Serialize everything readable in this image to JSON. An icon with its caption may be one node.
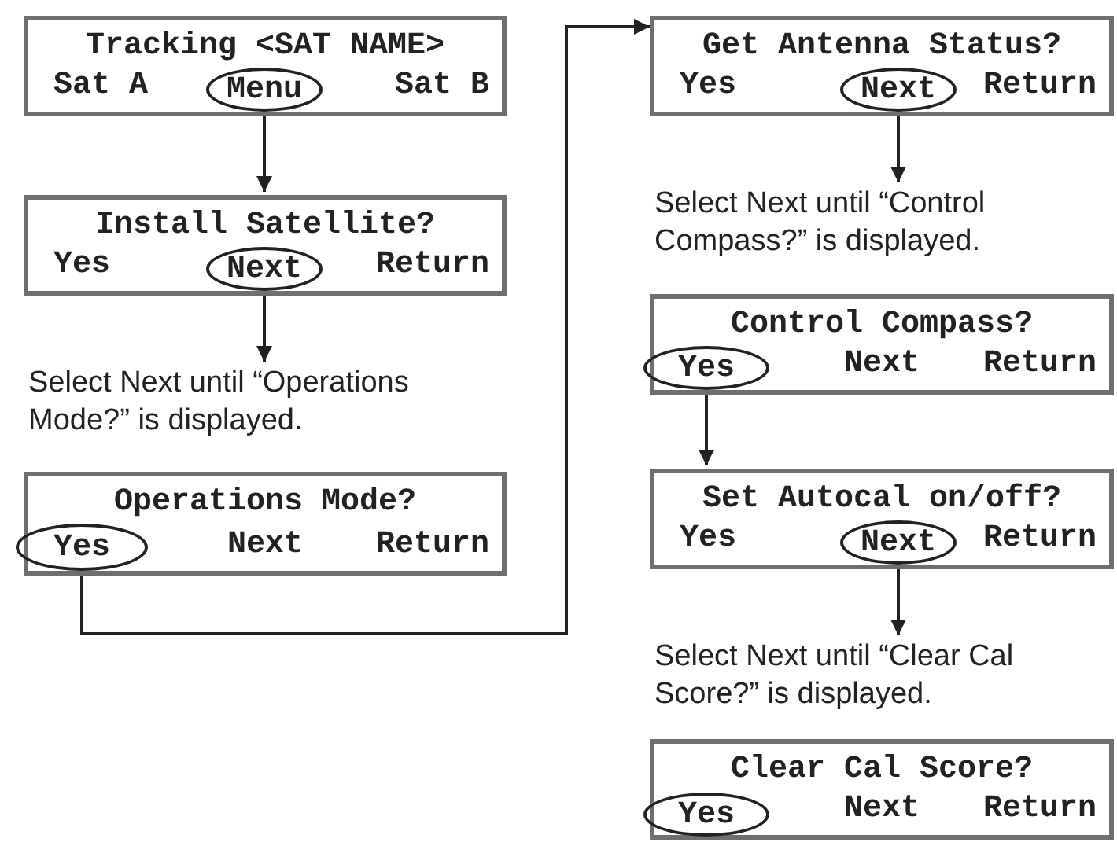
{
  "diagram": {
    "nodes": [
      {
        "text": [
          "Tracking <SAT NAME>",
          "Sat A",
          "Sat B"
        ]
      },
      {
        "text": [
          "Menu"
        ],
        "in": 0
      },
      {
        "text": [
          "Install Satellite?",
          "Yes",
          "Return"
        ]
      },
      {
        "text": [
          "Next"
        ],
        "in": 2
      },
      {
        "text": [
          "Select Next until “Operations Mode?” is displayed."
        ]
      },
      {
        "text": [
          "Operations Mode?",
          "Next",
          "Return"
        ]
      },
      {
        "text": [
          "Yes"
        ],
        "in": 5
      },
      {
        "text": [
          "Get Antenna Status?",
          "Yes",
          "Return"
        ]
      },
      {
        "text": [
          "Next"
        ],
        "in": 7
      },
      {
        "text": [
          "Select Next until “Control Compass?” is displayed."
        ]
      },
      {
        "text": [
          "Control Compass?",
          "Next",
          "Return"
        ]
      },
      {
        "text": [
          "Yes"
        ],
        "in": 10
      },
      {
        "text": [
          "Set Autocal on/off?",
          "Yes",
          "Return"
        ]
      },
      {
        "text": [
          "Next"
        ],
        "in": 12
      },
      {
        "text": [
          "Select Next until “Clear Cal Score?” is displayed."
        ]
      },
      {
        "text": [
          "Clear Cal Score?",
          "Next",
          "Return"
        ]
      },
      {
        "text": [
          "Yes"
        ],
        "in": 15
      }
    ],
    "edges": [
      {
        "from": 1,
        "to": 2,
        "arrow": "to"
      },
      {
        "from": 3,
        "to": 4,
        "arrow": "to"
      },
      {
        "from": 6,
        "to": 7,
        "arrow": "to"
      },
      {
        "from": 8,
        "to": 9,
        "arrow": "to"
      },
      {
        "from": 11,
        "to": 12,
        "arrow": "to"
      },
      {
        "from": 13,
        "to": 14,
        "arrow": "to"
      }
    ]
  }
}
